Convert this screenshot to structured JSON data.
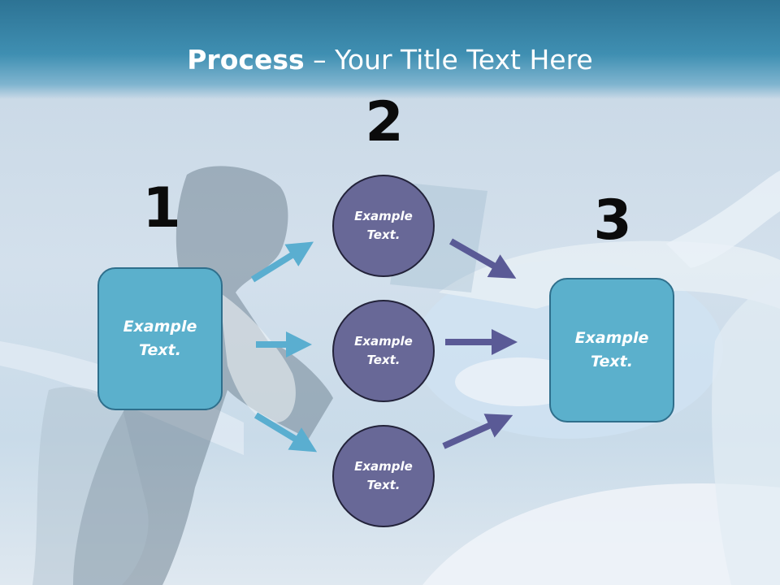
{
  "title": {
    "bold": "Process",
    "rest": " – Your Title Text Here"
  },
  "steps": {
    "one": "1",
    "two": "2",
    "three": "3"
  },
  "box_left": {
    "text": "Example\nText."
  },
  "box_right": {
    "text": "Example\nText."
  },
  "circles": [
    {
      "text": "Example\nText."
    },
    {
      "text": "Example\nText."
    },
    {
      "text": "Example\nText."
    }
  ],
  "colors": {
    "header": "#3f8fb2",
    "box_fill": "#5bb0cc",
    "circle_fill": "#686897",
    "arrow_blue": "#5aaed0",
    "arrow_purple": "#5a5a96"
  }
}
